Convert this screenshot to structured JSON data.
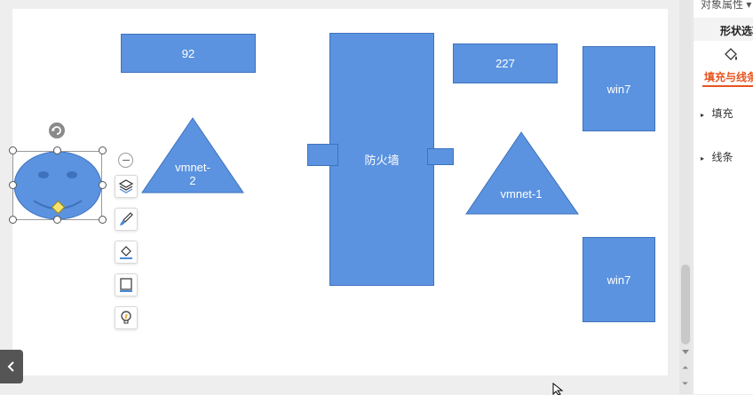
{
  "canvas": {
    "shapes": {
      "rect_92": "92",
      "rect_227": "227",
      "firewall": "防火墙",
      "win7_top": "win7",
      "win7_bottom": "win7",
      "triangle_left_line1": "vmnet-",
      "triangle_left_line2": "2",
      "triangle_right": "vmnet-1"
    },
    "colors": {
      "shape_fill": "#5b93e0",
      "shape_stroke": "#3f72bd",
      "accent": "#e8541e",
      "handle_diamond": "#f5e26a"
    }
  },
  "floating_toolbar": {
    "icons": [
      "minus-icon",
      "layers-icon",
      "brush-icon",
      "fill-icon",
      "border-icon",
      "lightbulb-icon"
    ]
  },
  "right_panel": {
    "header": "对象属性 ▾",
    "tab_shape_options": "形状选项",
    "tab_fill_line": "填充与线条",
    "section_fill": "填充",
    "section_line": "线条"
  }
}
